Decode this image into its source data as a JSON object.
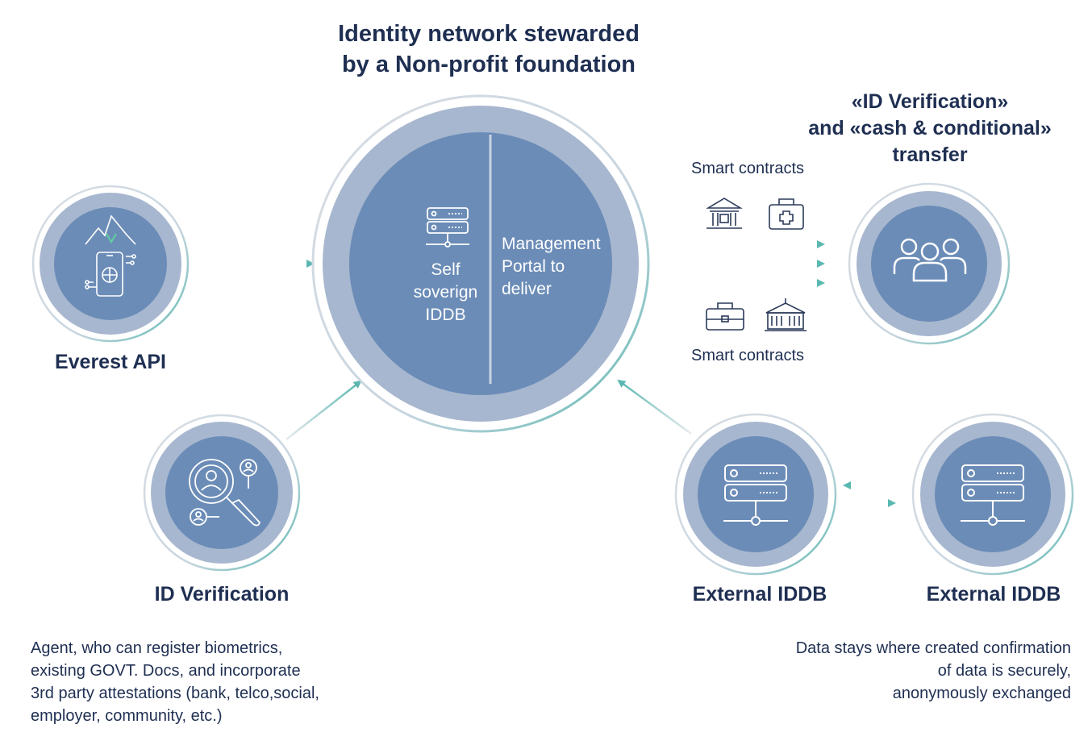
{
  "colors": {
    "outer_ring": "#a7b7cf",
    "inner_circle": "#6b8cb7",
    "teal": "#5ab8b1",
    "navy": "#1f2f52",
    "icon_dark": "#2b3a5a"
  },
  "title": "Identity network stewarded\nby a Non-profit foundation",
  "center": {
    "left_text": "Self\nsoverign\nIDDB",
    "right_text": "Management\nPortal to\ndeliver",
    "icon": "server-network-icon"
  },
  "right_heading": "«ID Verification»\nand «cash & conditional»\ntransfer",
  "smart_contracts_top": "Smart contracts",
  "smart_contracts_bottom": "Smart contracts",
  "nodes": {
    "everest_api": {
      "label": "Everest API",
      "icon": "mountain-phone-globe-icon"
    },
    "id_verification": {
      "label": "ID Verification",
      "icon": "magnifier-person-icon"
    },
    "external_iddb_1": {
      "label": "External IDDB",
      "icon": "server-network-icon"
    },
    "external_iddb_2": {
      "label": "External IDDB",
      "icon": "server-network-icon"
    },
    "beneficiaries": {
      "icon": "people-group-icon"
    }
  },
  "contract_icons": [
    "bank-icon",
    "medical-kit-icon",
    "briefcase-icon",
    "government-building-icon"
  ],
  "notes": {
    "left": "Agent, who can register biometrics,\nexisting GOVT. Docs, and incorporate\n3rd party attestations (bank, telco,social,\nemployer, community, etc.)",
    "right": "Data stays where created confirmation\nof data is securely,\nanonymously exchanged"
  }
}
